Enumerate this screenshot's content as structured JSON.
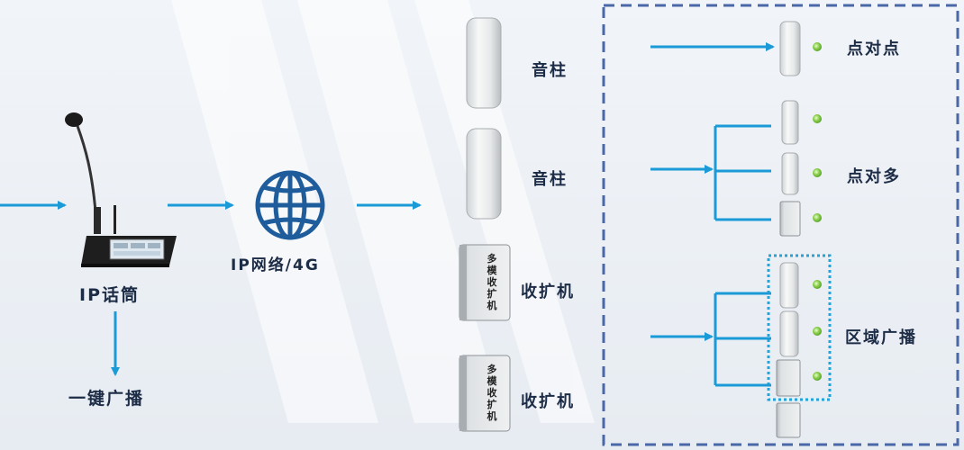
{
  "labels": {
    "mic": "IP话筒",
    "one_key": "一键广播",
    "network": "IP网络/4G",
    "column1": "音柱",
    "column2": "音柱",
    "amp1": "收扩机",
    "amp2": "收扩机",
    "p2p": "点对点",
    "p2m": "点对多",
    "zone": "区域广播"
  },
  "amp_box_text": [
    "多",
    "模",
    "收",
    "扩",
    "机"
  ],
  "colors": {
    "arrow": "#1a9ad6",
    "frame": "#4a67a8",
    "zone_frame": "#22a3d9",
    "led": "#8fd14f",
    "globe": "#1f5c9c"
  }
}
